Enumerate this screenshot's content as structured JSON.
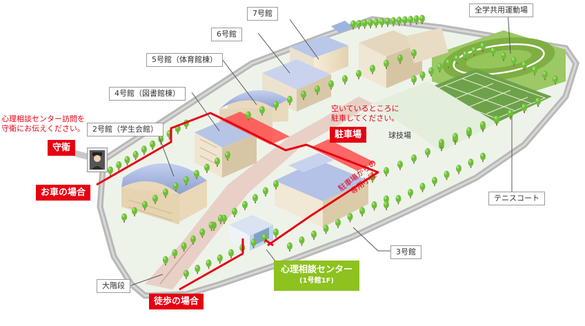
{
  "labels": {
    "bldg7": "7号館",
    "bldg6": "6号館",
    "bldg5": "5号館（体育館棟）",
    "bldg4": "4号館（図書館棟）",
    "bldg2": "2号館（学生会館）",
    "bldg3": "3号館",
    "sports_field": "全学共用運動場",
    "tennis": "テニスコート",
    "ball_field": "球技場",
    "stairs": "大階段"
  },
  "notes": {
    "guard_line1": "心理相談センター訪問を",
    "guard_line2": "守衛にお伝えください。",
    "parking_line1": "空いているところに",
    "parking_line2": "駐車してください。",
    "path_line1": "駐車場からの",
    "path_line2": "専用小径"
  },
  "tags": {
    "guard": "守衛",
    "car": "お車の場合",
    "parking": "駐車場",
    "walk": "徒歩の場合"
  },
  "center": {
    "name": "心理相談センター",
    "floor": "(1号館1F)"
  },
  "colors": {
    "route": "#e60012",
    "center": "#8dc21f"
  },
  "icons": {
    "guard": "guard-person-icon"
  }
}
